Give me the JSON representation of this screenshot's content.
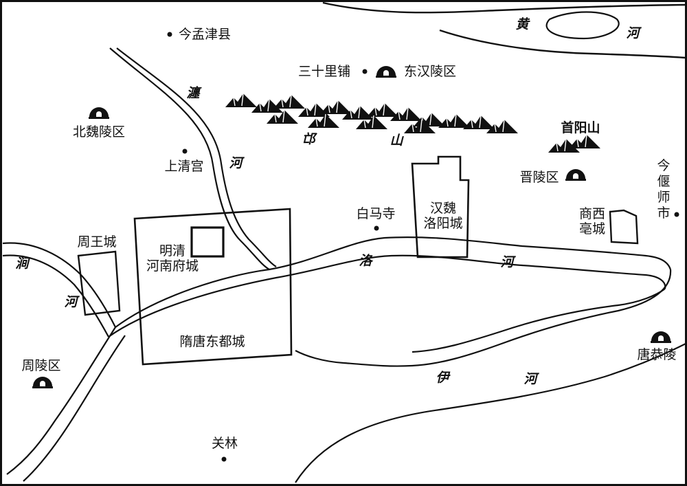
{
  "places": {
    "mengjin": "今孟津县",
    "sanshilipu": "三十里铺",
    "donghan_ling": "东汉陵区",
    "beiwei_ling": "北魏陵区",
    "shangqing": "上清宫",
    "jin_ling": "晋陵区",
    "shouyang": "首阳山",
    "yanshi": "今偃师市",
    "baimasi": "白马寺",
    "hanwei_line1": "汉魏",
    "hanwei_line2": "洛阳城",
    "shang_line1": "商西",
    "shang_line2": "亳城",
    "zhouwang": "周王城",
    "mingqing_line1": "明清",
    "mingqing_line2": "河南府城",
    "suitang": "隋唐东都城",
    "zhou_ling": "周陵区",
    "tanggong": "唐恭陵",
    "guanlin": "关林"
  },
  "rivers": {
    "huang": "黄",
    "huang_he": "河",
    "chan": "瀍",
    "chan_he": "河",
    "jian": "涧",
    "jian_he": "河",
    "luo": "洛",
    "luo_he": "河",
    "yi": "伊",
    "yi_he": "河"
  },
  "mountains": {
    "mang_1": "邙",
    "mang_2": "山"
  },
  "colors": {
    "ink": "#111111",
    "paper": "#ffffff"
  }
}
